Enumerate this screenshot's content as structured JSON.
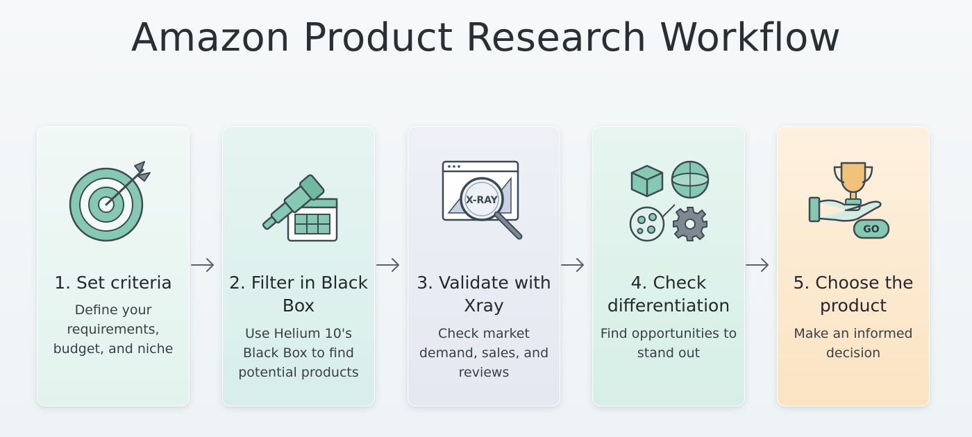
{
  "title": "Amazon Product Research Workflow",
  "steps": [
    {
      "heading": "1. Set criteria",
      "description": "Define your requirements, budget, and niche",
      "icon": "target-icon",
      "color": "#e3f3ef"
    },
    {
      "heading": "2. Filter in Black Box",
      "description": "Use Helium 10's Black Box to find potential products",
      "icon": "telescope-icon",
      "color": "#dcefec"
    },
    {
      "heading": "3. Validate with Xray",
      "description": "Check market demand, sales, and reviews",
      "icon": "xray-magnifier-icon",
      "color": "#e8ebf3"
    },
    {
      "heading": "4. Check differentiation",
      "description": "Find opportunities to stand out",
      "icon": "shapes-icon",
      "color": "#dcf1ea"
    },
    {
      "heading": "5. Choose the product",
      "description": "Make an informed decision",
      "icon": "trophy-hand-icon",
      "color": "#fbe8cc"
    }
  ],
  "icon_labels": {
    "xray": "X-RAY",
    "go": "GO"
  },
  "colors": {
    "accent": "#86c9b3",
    "stroke": "#3d4a52",
    "gold": "#f0c27a"
  }
}
